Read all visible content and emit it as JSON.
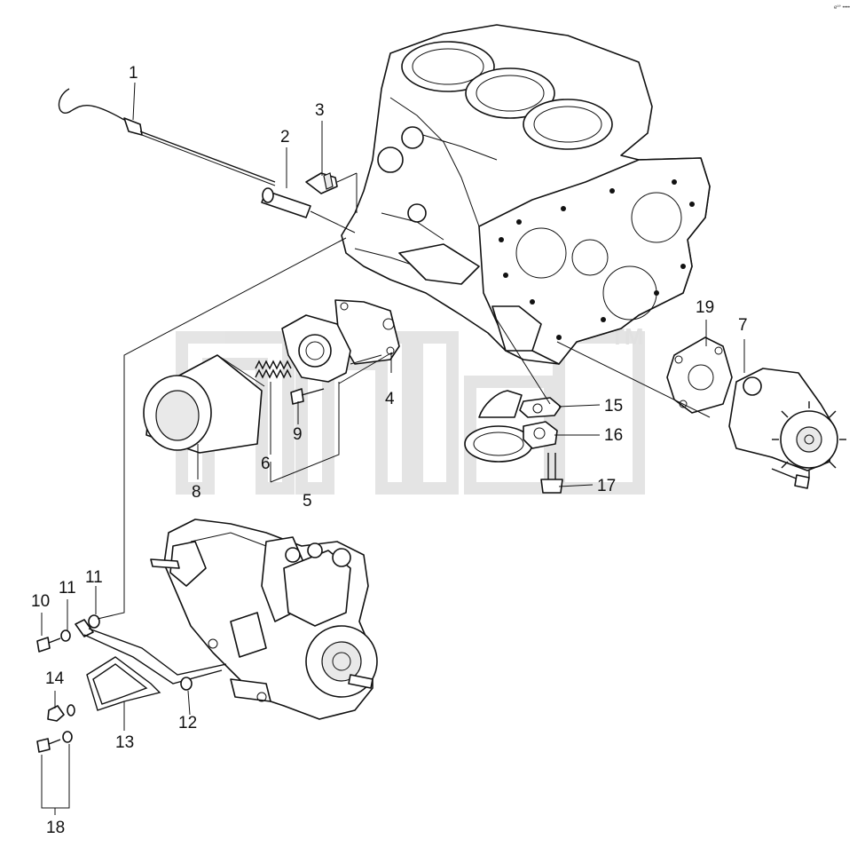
{
  "corner_text": "eº° ••••",
  "watermark": {
    "letters": "",
    "trademark": "TM"
  },
  "callouts": [
    "1",
    "2",
    "3",
    "4",
    "5",
    "6",
    "7",
    "8",
    "9",
    "10",
    "11",
    "11",
    "11",
    "12",
    "13",
    "14",
    "15",
    "16",
    "17",
    "18",
    "19"
  ]
}
